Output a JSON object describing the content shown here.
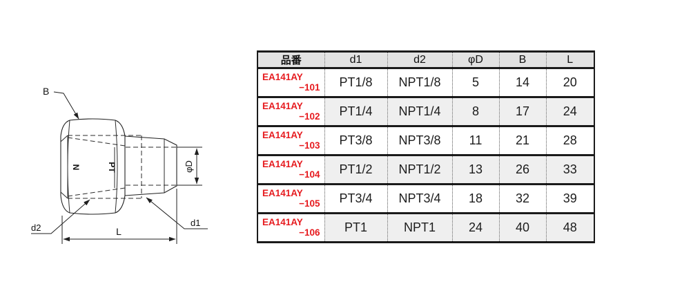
{
  "diagram": {
    "labels": {
      "b": "B",
      "d2": "d2",
      "d1": "d1",
      "l": "L",
      "phi_d": "φD",
      "thread_left": "N",
      "thread_right": "PT"
    }
  },
  "table": {
    "headers": [
      "品番",
      "d1",
      "d2",
      "φD",
      "B",
      "L"
    ],
    "rows": [
      {
        "part_line1": "EA141AY",
        "part_line2": "−101",
        "d1": "PT1/8",
        "d2": "NPT1/8",
        "phi_d": "5",
        "b": "14",
        "l": "20"
      },
      {
        "part_line1": "EA141AY",
        "part_line2": "−102",
        "d1": "PT1/4",
        "d2": "NPT1/4",
        "phi_d": "8",
        "b": "17",
        "l": "24"
      },
      {
        "part_line1": "EA141AY",
        "part_line2": "−103",
        "d1": "PT3/8",
        "d2": "NPT3/8",
        "phi_d": "11",
        "b": "21",
        "l": "28"
      },
      {
        "part_line1": "EA141AY",
        "part_line2": "−104",
        "d1": "PT1/2",
        "d2": "NPT1/2",
        "phi_d": "13",
        "b": "26",
        "l": "33"
      },
      {
        "part_line1": "EA141AY",
        "part_line2": "−105",
        "d1": "PT3/4",
        "d2": "NPT3/4",
        "phi_d": "18",
        "b": "32",
        "l": "39"
      },
      {
        "part_line1": "EA141AY",
        "part_line2": "−106",
        "d1": "PT1",
        "d2": "NPT1",
        "phi_d": "24",
        "b": "40",
        "l": "48"
      }
    ]
  },
  "colors": {
    "part_number_red": "#e61a1e",
    "header_bg": "#e2e2e2",
    "alt_row_bg": "#efefef",
    "line": "#1a1a1a"
  }
}
